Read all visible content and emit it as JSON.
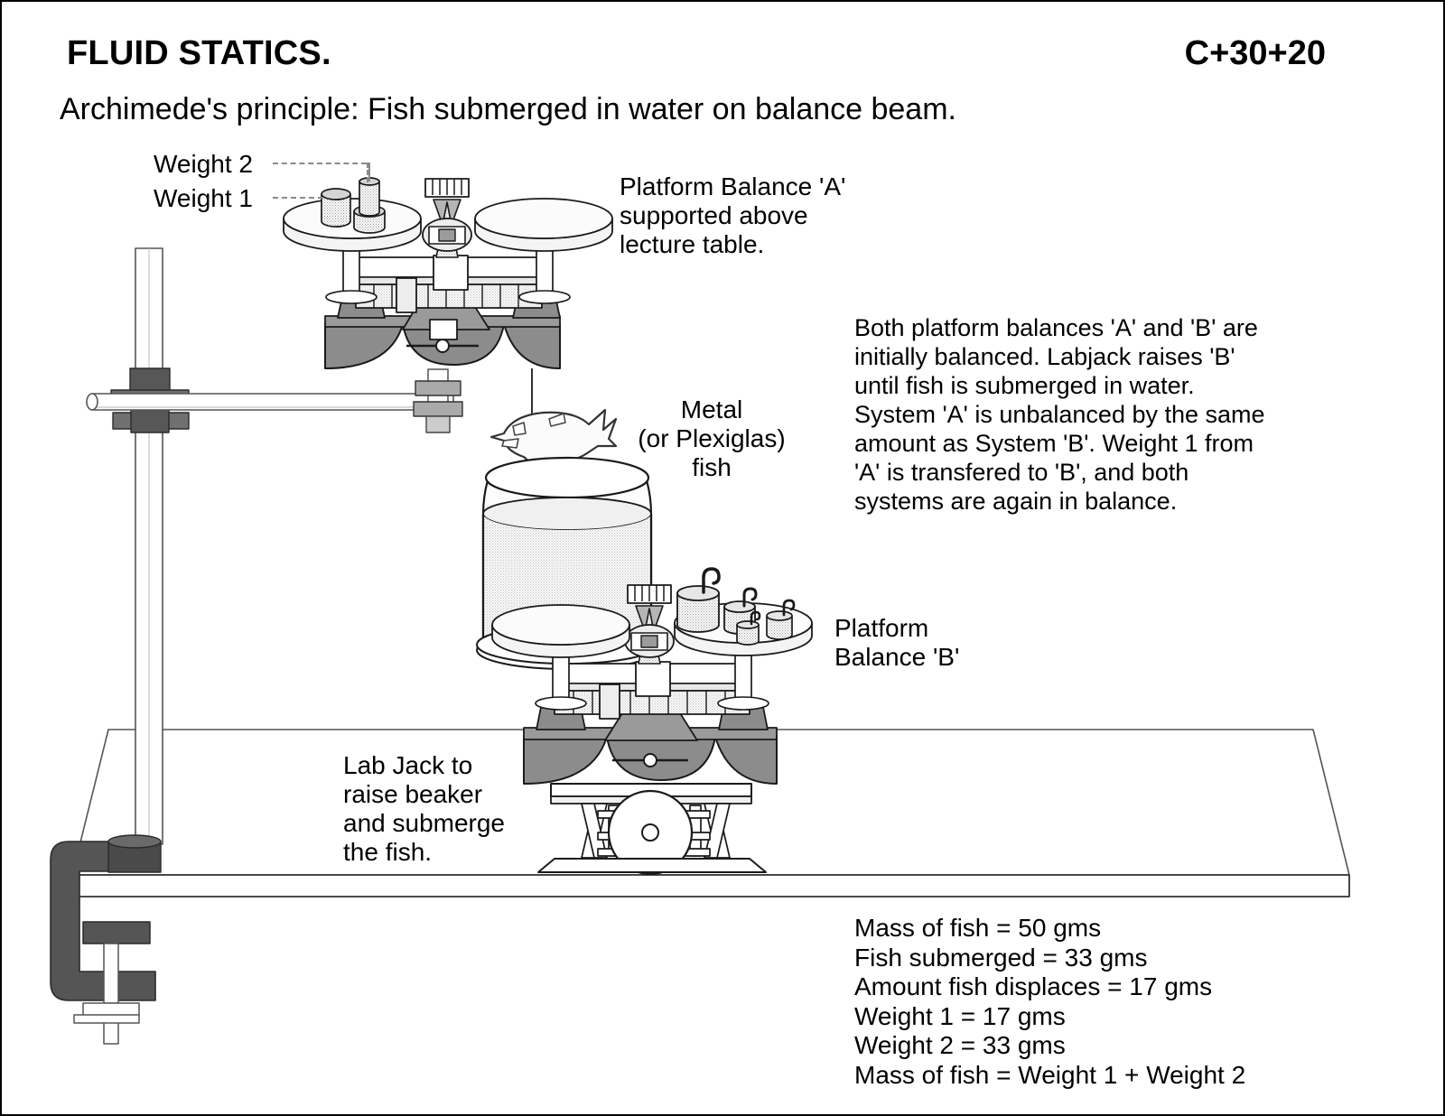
{
  "header": {
    "title": "FLUID STATICS.",
    "code": "C+30+20",
    "subtitle": "Archimede's principle:  Fish submerged in water on balance beam."
  },
  "labels": {
    "weight2": "Weight 2",
    "weight1": "Weight 1",
    "balance_a_line1": "Platform Balance 'A'",
    "balance_a_line2": "supported above",
    "balance_a_line3": "lecture table.",
    "fish_line1": "Metal",
    "fish_line2": "(or Plexiglas)",
    "fish_line3": "fish",
    "balance_b_line1": "Platform",
    "balance_b_line2": "Balance 'B'",
    "labjack_line1": "Lab Jack to",
    "labjack_line2": "raise beaker",
    "labjack_line3": "and submerge",
    "labjack_line4": "the fish."
  },
  "paragraph": {
    "line1": "Both platform balances 'A' and 'B' are",
    "line2": "initially balanced.  Labjack raises 'B'",
    "line3": "until fish is submerged in water.",
    "line4": "System 'A' is unbalanced by the same",
    "line5": "amount as System 'B'. Weight 1 from",
    "line6": "'A' is transfered to 'B', and both",
    "line7": "systems are again in balance."
  },
  "data_lines": [
    "Mass of fish = 50 gms",
    "Fish submerged = 33 gms",
    "Amount fish displaces = 17 gms",
    "Weight 1 = 17 gms",
    "Weight 2 = 33 gms",
    "Mass of fish = Weight 1 + Weight 2"
  ],
  "colors": {
    "outline": "#000000",
    "base_gray": "#808080",
    "dark_gray": "#4d4d4d",
    "light_fill": "#f2f2f2",
    "mid_fill": "#d9d9d9",
    "water": "#efefef",
    "leader": "#8a8a8a"
  }
}
